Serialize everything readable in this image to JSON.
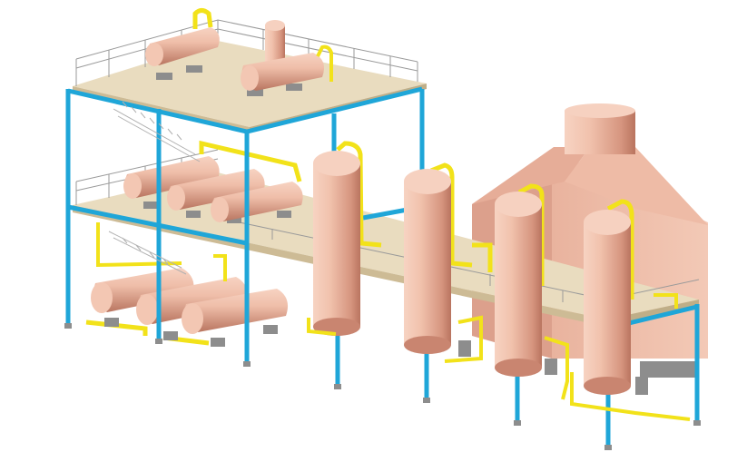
{
  "colors": {
    "background": "#ffffff",
    "steel_column": "#1fa6d8",
    "steel_dark": "#0e7fb0",
    "deck_top": "#e9dcbf",
    "deck_edge": "#cdbb95",
    "vessel_light": "#f3c7b3",
    "vessel_mid": "#dca08a",
    "vessel_dark": "#b97560",
    "pipe": "#f2e21a",
    "pipe_dark": "#b5a600",
    "railing": "#9a9a9a",
    "base_block": "#8d8d8d",
    "furnace_light": "#f1c3b0",
    "furnace_dark": "#d19a86"
  },
  "scene": {
    "subject": "3d-process-plant-render",
    "levels": 3,
    "vertical_columns": 4,
    "horizontal_exchangers": 8,
    "has_furnace": true
  }
}
